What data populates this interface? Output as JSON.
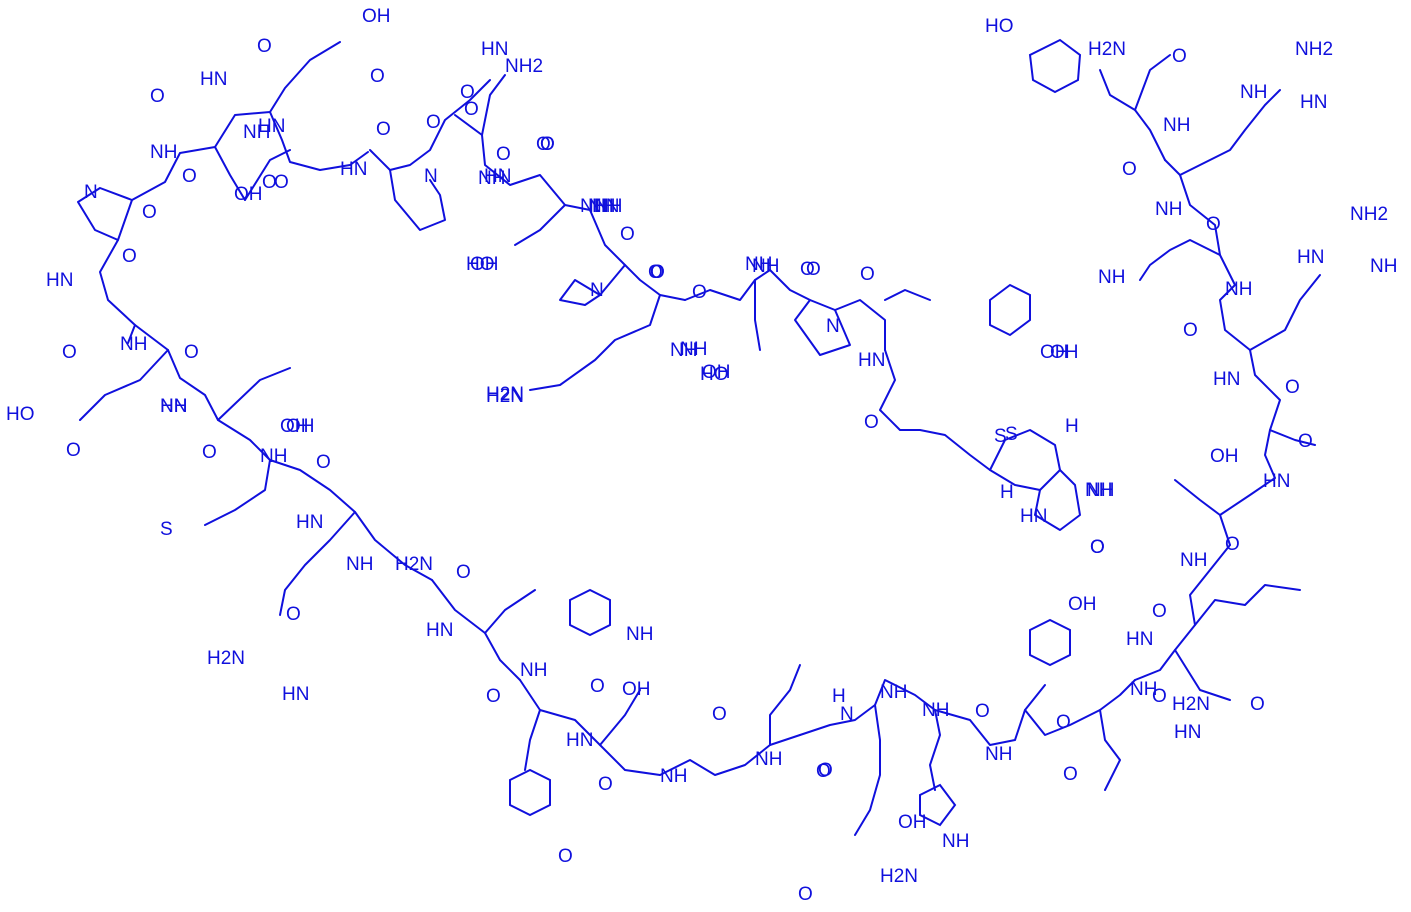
{
  "diagram": {
    "type": "chemical-structure",
    "colors": {
      "ink": "#1010dd",
      "background": "#ffffff"
    },
    "labels": [
      "OH",
      "O",
      "O",
      "HN",
      "NH",
      "O",
      "OH",
      "O",
      "NH",
      "O",
      "N",
      "O",
      "HN",
      "O",
      "NH",
      "O",
      "OH",
      "HO",
      "O",
      "NH",
      "O",
      "HN",
      "O",
      "OH",
      "S",
      "O",
      "HN",
      "NH",
      "O",
      "H2N",
      "NH",
      "NH",
      "O",
      "HN",
      "O",
      "O",
      "OH",
      "NH",
      "O",
      "OH",
      "HN",
      "NH",
      "HN",
      "O",
      "N",
      "O",
      "HN",
      "O",
      "NH2",
      "O",
      "O",
      "NH",
      "O",
      "OH",
      "O",
      "OH",
      "HO",
      "O",
      "NH",
      "O",
      "N",
      "O",
      "NH",
      "O",
      "N",
      "NH",
      "O",
      "HO",
      "H2N",
      "S",
      "H",
      "H",
      "NH",
      "HN",
      "O",
      "HO",
      "H2N",
      "O",
      "NH",
      "O",
      "NH",
      "HN",
      "NH2",
      "NH",
      "NH2",
      "O",
      "NH",
      "O",
      "HN",
      "NH",
      "HN",
      "NH",
      "O",
      "O",
      "OH",
      "HN",
      "O",
      "NH",
      "O",
      "HN",
      "O",
      "O",
      "NH",
      "O",
      "HN",
      "O",
      "H2N",
      "HN",
      "NH",
      "NH",
      "O",
      "OH",
      "OH",
      "NH",
      "N",
      "NH",
      "NH",
      "O",
      "O",
      "H2N",
      "NH"
    ]
  }
}
